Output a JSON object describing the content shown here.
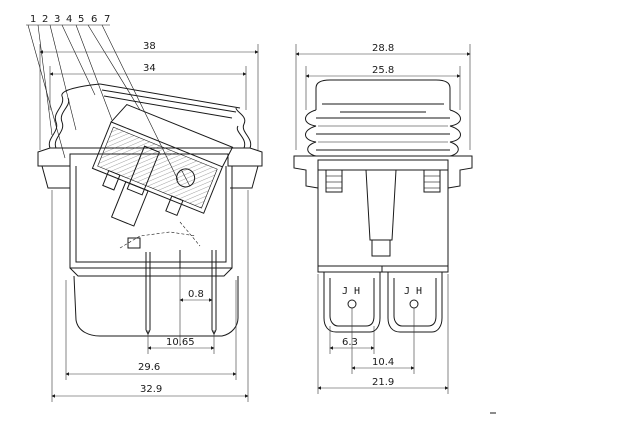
{
  "callouts": [
    "1",
    "2",
    "3",
    "4",
    "5",
    "6",
    "7"
  ],
  "side_view": {
    "dims": {
      "overall_top": "38",
      "inner_top": "34",
      "terminal_gap": "0.8",
      "terminal_pitch": "10.65",
      "body_bottom": "29.6",
      "overall_bottom": "32.9"
    }
  },
  "front_view": {
    "dims": {
      "overall_top": "28.8",
      "inner_top": "25.8",
      "tab_width": "6.3",
      "tab_pitch": "10.4",
      "overall_bottom": "21.9"
    },
    "terminal_marks": [
      "J H",
      "J H"
    ]
  },
  "colors": {
    "line": "#1a1a1a",
    "background": "#ffffff"
  }
}
